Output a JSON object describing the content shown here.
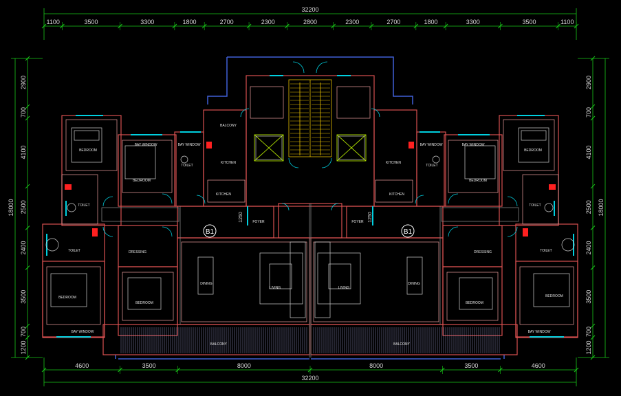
{
  "colors": {
    "background": "#000000",
    "dimension": "#18c818",
    "wall": "#d85050",
    "wall_inner": "#f0a0a0",
    "outline": "#4060d8",
    "window": "#00d0e0",
    "stair": "#e8c000",
    "elevator": "#b0e000",
    "furniture": "#d0d0d0",
    "fixture_red": "#ff2020",
    "balcony": "#9090c0"
  },
  "dimensions": {
    "total_top": "32200",
    "total_bottom": "32200",
    "top_segments": [
      "1100",
      "3500",
      "3300",
      "1800",
      "2700",
      "2300",
      "2800",
      "2300",
      "2700",
      "1800",
      "3300",
      "3500",
      "1100"
    ],
    "bottom_segments": [
      "4600",
      "3500",
      "8000",
      "8000",
      "3500",
      "4600"
    ],
    "left_total": "18000",
    "right_total": "18000",
    "left_segments": [
      "2900",
      "700",
      "4100",
      "2500",
      "2400",
      "3500",
      "700",
      "1200"
    ],
    "right_segments": [
      "2900",
      "700",
      "4100",
      "2500",
      "2400",
      "3500",
      "700",
      "1200"
    ],
    "small_labels": [
      "1250",
      "1250"
    ]
  },
  "axis_markers": [
    "B1",
    "B1"
  ],
  "rooms": {
    "bedroom_nw": "BEDROOM",
    "bedroom_ne": "BEDROOM",
    "bay_window_1": "BAY WINDOW",
    "bay_window_2": "BAY WINDOW",
    "bay_window_3": "BAY WINDOW",
    "bay_window_4": "BAY WINDOW",
    "bedroom_w2": "BEDROOM",
    "bedroom_e2": "BEDROOM",
    "toilet_1": "TOILET",
    "toilet_2": "TOILET",
    "toilet_3": "TOILET",
    "toilet_4": "TOILET",
    "toilet_5": "TOILET",
    "toilet_6": "TOILET",
    "kitchen_1": "KITCHEN",
    "kitchen_2": "KITCHEN",
    "kitchen_3": "KITCHEN",
    "kitchen_4": "KITCHEN",
    "balcony_n1": "BALCONY",
    "foyer_1": "FOYER",
    "foyer_2": "FOYER",
    "dressing_1": "DRESSING",
    "dressing_2": "DRESSING",
    "dining_1": "DINING",
    "dining_2": "DINING",
    "living_1": "LIVING",
    "living_2": "LIVING",
    "bedroom_sw": "BEDROOM",
    "bedroom_se": "BEDROOM",
    "bedroom_s2w": "BEDROOM",
    "bedroom_s2e": "BEDROOM",
    "balcony_s1": "BALCONY",
    "balcony_s2": "BALCONY",
    "bay_window_s1": "BAY WINDOW",
    "bay_window_s2": "BAY WINDOW"
  }
}
